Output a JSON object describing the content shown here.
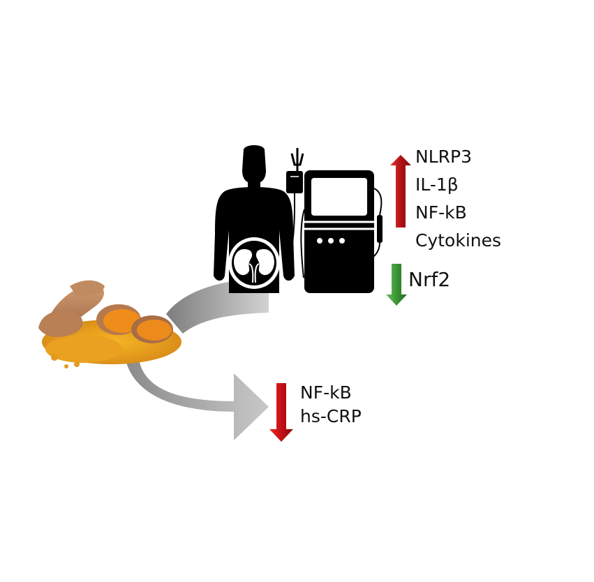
{
  "upregulated": [
    "NLRP3",
    "IL-1β",
    "NF-kB",
    "Cytokines"
  ],
  "downregulated_in_patient": "Nrf2",
  "curcumin_downregulated": [
    "NF-kB",
    "hs-CRP"
  ],
  "colors": {
    "up_arrow": "#c0151b",
    "down_arrow_nrf2": "#3e9a3a",
    "down_arrow_curcumin": "#cf1218",
    "curved_arrow": "#a6a6a6",
    "silhouette": "#000000",
    "turmeric": "#e39a1e"
  },
  "icons": [
    "turmeric-root-image",
    "patient-silhouette-icon",
    "kidney-icon",
    "dialysis-machine-icon",
    "iv-bag-icon"
  ]
}
